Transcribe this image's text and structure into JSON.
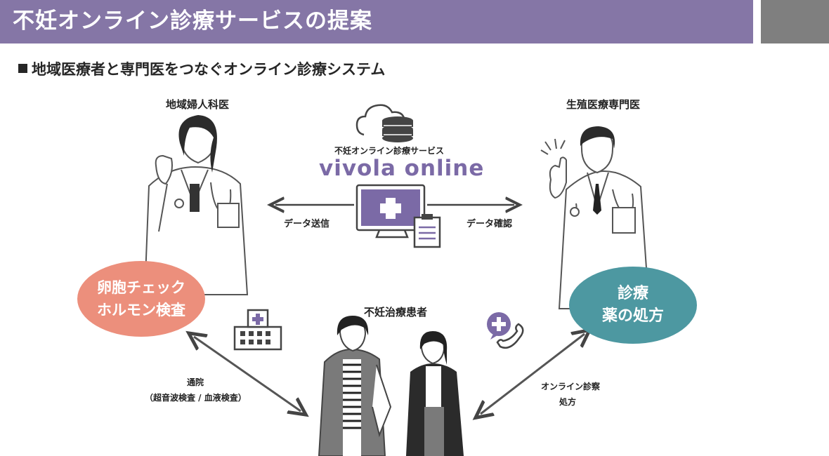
{
  "header": {
    "title": "不妊オンライン診療サービスの提案"
  },
  "section": {
    "title": "地域医療者と専門医をつなぐオンライン診療システム"
  },
  "labels": {
    "left_doctor": "地域婦人科医",
    "right_doctor": "生殖医療専門医",
    "patient": "不妊治療患者",
    "service_caption": "不妊オンライン診療サービス",
    "brand": "vivola online",
    "data_send": "データ送信",
    "data_check": "データ確認",
    "visit": "通院",
    "visit_detail": "（超音波検査 / 血液検査）",
    "online_consult": "オンライン診察",
    "prescription": "処方"
  },
  "ovals": {
    "left": {
      "line1": "卵胞チェック",
      "line2": "ホルモン検査",
      "color": "#ec8f7c"
    },
    "right": {
      "line1": "診療",
      "line2": "薬の処方",
      "color": "#4d98a1"
    }
  },
  "colors": {
    "header": "#8576a6",
    "accent_purple": "#7b6aa6"
  },
  "icons": [
    "cloud-database-icon",
    "monitor-medical-icon",
    "clipboard-icon",
    "hospital-icon",
    "phone-medical-icon"
  ]
}
